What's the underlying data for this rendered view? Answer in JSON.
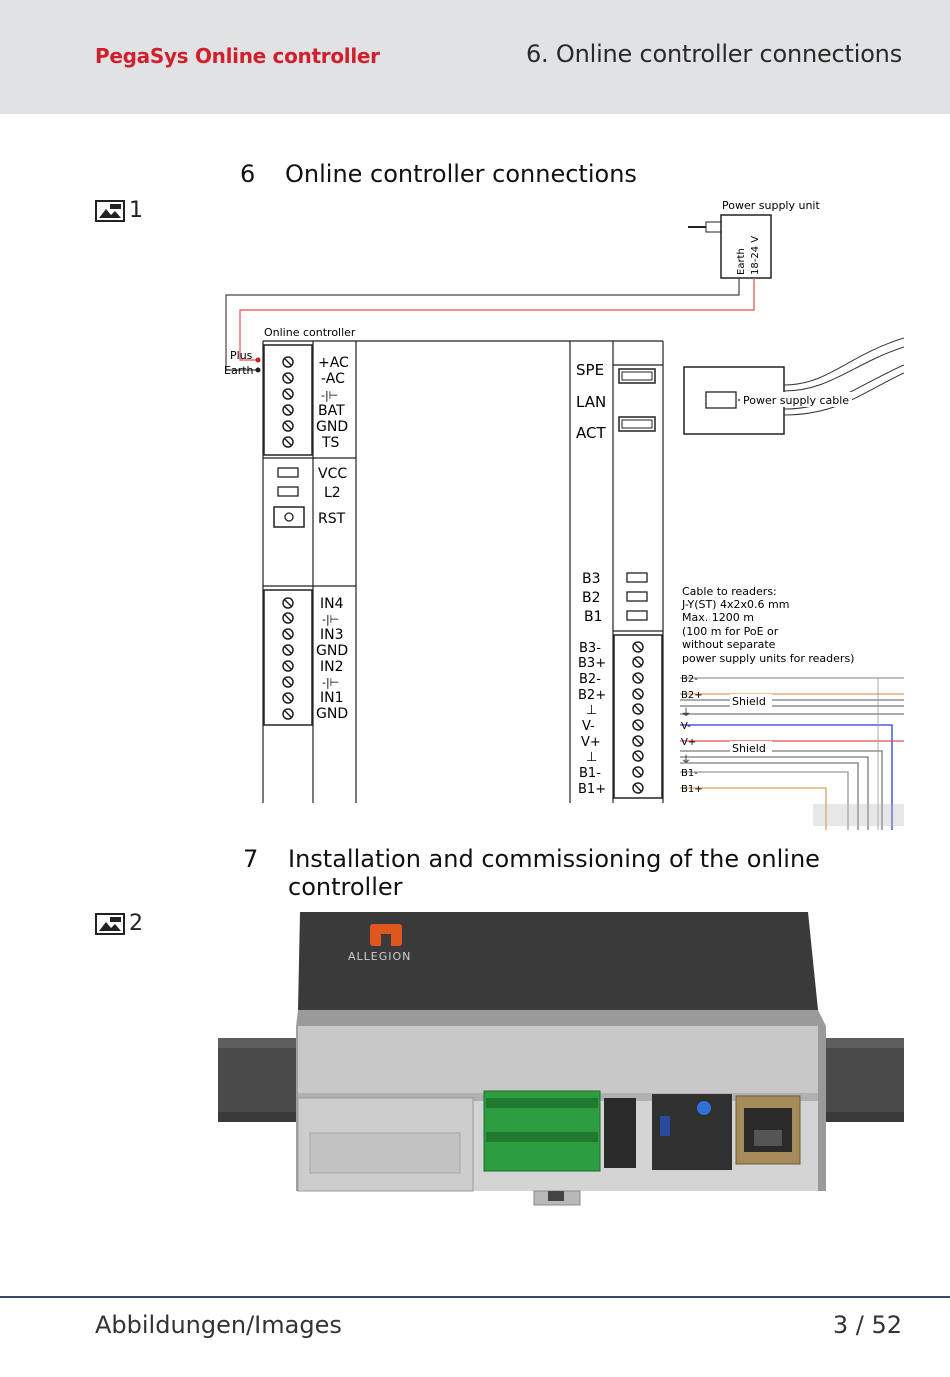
{
  "header": {
    "product": "PegaSys Online controller",
    "section": "6. Online controller connections"
  },
  "section6": {
    "number": "6",
    "title": "Online controller connections"
  },
  "figure1": {
    "ref": "1"
  },
  "section7": {
    "number": "7",
    "title": "Installation and commissioning of the online controller"
  },
  "figure2": {
    "ref": "2"
  },
  "diagram": {
    "psu_label": "Power supply unit",
    "psu_earth": "Earth",
    "psu_voltage": "18-24 V",
    "controller_label": "Online controller",
    "plus": "Plus",
    "earth": "Earth",
    "left_terminals_top": [
      "+AC",
      "-AC",
      "-|⊢",
      "BAT",
      "GND",
      "TS"
    ],
    "left_status": [
      "VCC",
      "L2",
      "RST"
    ],
    "left_terminals_bottom": [
      "IN4",
      "-|⊢",
      "IN3",
      "GND",
      "IN2",
      "-|⊢",
      "IN1",
      "GND"
    ],
    "right_ports": [
      "SPE",
      "LAN",
      "ACT"
    ],
    "power_supply_cable": "Power supply cable",
    "right_leds": [
      "B3",
      "B2",
      "B1"
    ],
    "right_terminals": [
      "B3-",
      "B3+",
      "B2-",
      "B2+",
      "⊥",
      "V-",
      "V+",
      "⊥",
      "B1-",
      "B1+"
    ],
    "cable_note": [
      "Cable to readers:",
      "J-Y(ST) 4x2x0.6 mm",
      "Max. 1200 m",
      "(100 m for PoE or",
      "without separate",
      "power supply units for readers)"
    ],
    "wire_labels": [
      "B2-",
      "B2+",
      "⏚",
      "V-",
      "V+",
      "⏚",
      "B1-",
      "B1+"
    ],
    "shield": "Shield",
    "wire_colors": {
      "b2minus": "#9a9a9a",
      "b2plus": "#d9a060",
      "shield": "#7a7a7a",
      "vminus": "#2a3ed6",
      "vplus": "#e05050",
      "b1minus": "#9a9a9a",
      "b1plus": "#d9a060"
    }
  },
  "photo": {
    "brand": "ALLEGION"
  },
  "footer": {
    "left": "Abbildungen/Images",
    "right": "3 / 52"
  }
}
